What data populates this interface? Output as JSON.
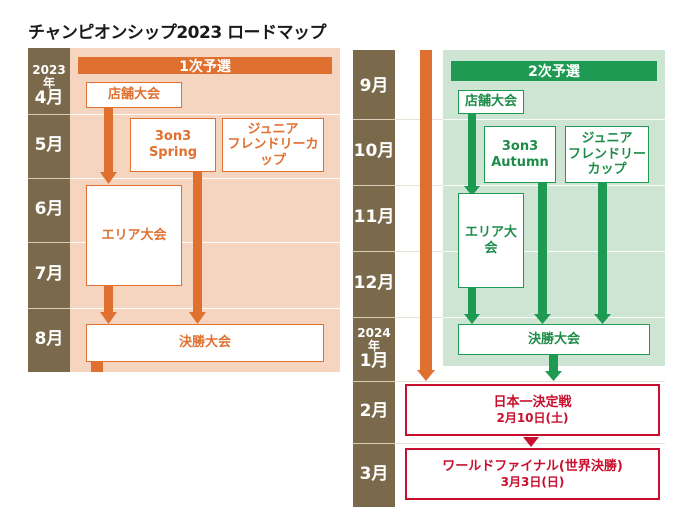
{
  "title": "チャンピオンシップ2023 ロードマップ",
  "left_months": [
    {
      "year": "2023年",
      "month": "4月"
    },
    {
      "year": "",
      "month": "5月"
    },
    {
      "year": "",
      "month": "6月"
    },
    {
      "year": "",
      "month": "7月"
    },
    {
      "year": "",
      "month": "8月"
    }
  ],
  "right_months": [
    {
      "year": "",
      "month": "9月"
    },
    {
      "year": "",
      "month": "10月"
    },
    {
      "year": "",
      "month": "11月"
    },
    {
      "year": "",
      "month": "12月"
    },
    {
      "year": "2024年",
      "month": "1月"
    },
    {
      "year": "",
      "month": "2月"
    },
    {
      "year": "",
      "month": "3月"
    }
  ],
  "phase1": {
    "label": "1次予選",
    "store": "店舗大会",
    "spring": "3on3\nSpring",
    "junior": "ジュニア\nフレンドリーカップ",
    "area": "エリア大会",
    "final": "決勝大会"
  },
  "phase2": {
    "label": "2次予選",
    "store": "店舗大会",
    "autumn": "3on3\nAutumn",
    "junior": "ジュニア\nフレンドリーカップ",
    "area": "エリア大会",
    "final": "決勝大会"
  },
  "japan_final": {
    "name": "日本一決定戦",
    "date": "2月10日(土)"
  },
  "world_final": {
    "name": "ワールドファイナル(世界決勝)",
    "date": "3月3日(日)"
  },
  "colors": {
    "orange": "#e07030",
    "orange_bg": "#f6d5c0",
    "green": "#1e9a52",
    "green_bg": "#cfe5d4",
    "red": "#c8102e",
    "month_col": "#7a6a4b"
  }
}
